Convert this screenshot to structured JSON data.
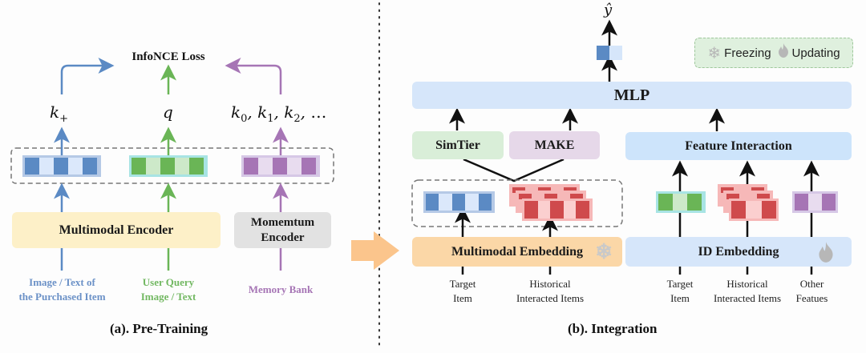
{
  "pretraining": {
    "caption": "(a). Pre-Training",
    "loss_label": "InfoNCE Loss",
    "k_plus": "k",
    "k_plus_sub": "+",
    "q": "q",
    "k_series": [
      "k",
      "0",
      "k",
      "1",
      "k",
      "2",
      "…"
    ],
    "multimodal_encoder": "Multimodal Encoder",
    "momentum_encoder_line1": "Momemtum",
    "momentum_encoder_line2": "Encoder",
    "inputs": {
      "item_line1": "Image / Text of",
      "item_line2": "the Purchased Item",
      "query_line1": "User Query",
      "query_line2": "Image / Text",
      "memory": "Memory Bank"
    }
  },
  "integration": {
    "caption": "(b). Integration",
    "output_label": "ŷ",
    "mlp": "MLP",
    "simtier": "SimTier",
    "make": "MAKE",
    "feature_interaction": "Feature Interaction",
    "multimodal_embedding": "Multimodal Embedding",
    "id_embedding": "ID Embedding",
    "inputs_left": [
      {
        "line1": "Target",
        "line2": "Item"
      },
      {
        "line1": "Historical",
        "line2": "Interacted Items"
      }
    ],
    "inputs_right": [
      {
        "line1": "Target",
        "line2": "Item"
      },
      {
        "line1": "Historical",
        "line2": "Interacted Items"
      },
      {
        "line1": "Other",
        "line2": "Featues"
      }
    ]
  },
  "legend": {
    "freezing": "Freezing",
    "updating": "Updating",
    "freezing_icon": "snowflake-icon",
    "updating_icon": "flame-icon"
  },
  "colors": {
    "blue": "#5b8ac4",
    "green": "#6ab556",
    "purple": "#a675b5",
    "red": "#cf4a4c",
    "encoder_yellow": "#fdf0c8",
    "momentum_gray": "#e2e2e2",
    "mlp_blue": "#d6e6fa",
    "embedding_orange": "#fbd7a7"
  }
}
